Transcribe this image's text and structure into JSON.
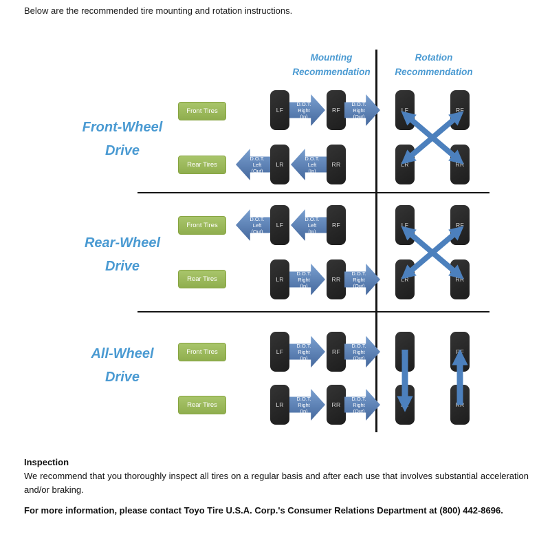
{
  "intro": "Below are the recommended tire mounting and rotation instructions.",
  "headers": {
    "mounting_line1": "Mounting",
    "mounting_line2": "Recommendation",
    "rotation_line1": "Rotation",
    "rotation_line2": "Recommendation"
  },
  "rows": [
    {
      "title1": "Front-Wheel",
      "title2": "Drive",
      "front_label": "Front Tires",
      "rear_label": "Rear Tires",
      "mf_t1": "LF",
      "mf_a1": [
        "D.O.T.",
        "Right",
        "(In)"
      ],
      "mf_t2": "RF",
      "mf_a2": [
        "D.O.T.",
        "Right",
        "(Out)"
      ],
      "mr_a1": [
        "D.O.T.",
        "Left",
        "(Out)"
      ],
      "mr_t1": "LR",
      "mr_a2": [
        "D.O.T.",
        "Left",
        "(In)"
      ],
      "mr_t2": "RR",
      "rot": {
        "lf": "LF",
        "rf": "RF",
        "lr": "LR",
        "rr": "RR",
        "pattern": "cross"
      }
    },
    {
      "title1": "Rear-Wheel",
      "title2": "Drive",
      "front_label": "Front Tires",
      "rear_label": "Rear Tires",
      "mf_a1": [
        "D.O.T.",
        "Left",
        "(Out)"
      ],
      "mf_t1": "LF",
      "mf_a2": [
        "D.O.T.",
        "Left",
        "(In)"
      ],
      "mf_t2": "RF",
      "mr_t1": "LR",
      "mr_a1": [
        "D.O.T.",
        "Right",
        "(In)"
      ],
      "mr_t2": "RR",
      "mr_a2": [
        "D.O.T.",
        "Right",
        "(Out)"
      ],
      "rot": {
        "lf": "LF",
        "rf": "RF",
        "lr": "LR",
        "rr": "RR",
        "pattern": "cross"
      }
    },
    {
      "title1": "All-Wheel",
      "title2": "Drive",
      "front_label": "Front Tires",
      "rear_label": "Rear Tires",
      "mf_t1": "LF",
      "mf_a1": [
        "D.O.T.",
        "Right",
        "(In)"
      ],
      "mf_t2": "RF",
      "mf_a2": [
        "D.O.T.",
        "Right",
        "(Out)"
      ],
      "mr_t1": "LR",
      "mr_a1": [
        "D.O.T.",
        "Right",
        "(In)"
      ],
      "mr_t2": "RR",
      "mr_a2": [
        "D.O.T.",
        "Right",
        "(Out)"
      ],
      "rot": {
        "lf": "LF",
        "rf": "RF",
        "lr": "LR",
        "rr": "RR",
        "pattern": "front-to-rear"
      }
    }
  ],
  "footer": {
    "inspection_title": "Inspection",
    "inspection_body": "We recommend that you thoroughly inspect all tires on a regular basis and after each use that involves substantial acceleration and/or braking.",
    "contact": "For more information, please contact Toyo Tire U.S.A. Corp.'s Consumer Relations Department at (800) 442-8696."
  },
  "colors": {
    "heading_blue": "#4a9ad2",
    "arrow_blue": "#4c80bd",
    "tire_green": "#9ab757",
    "tire_black": "#262626"
  }
}
